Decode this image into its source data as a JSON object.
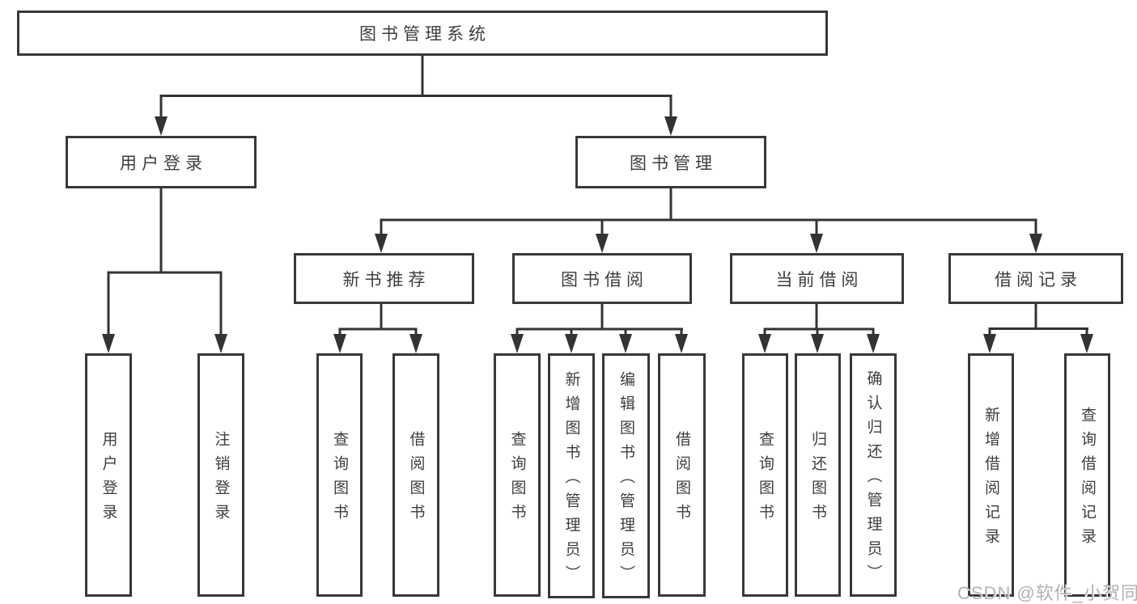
{
  "tree": {
    "label": "图书管理系统",
    "children": [
      {
        "label": "用户登录",
        "children": [
          {
            "label": "用户登录"
          },
          {
            "label": "注销登录"
          }
        ]
      },
      {
        "label": "图书管理",
        "children": [
          {
            "label": "新书推荐",
            "children": [
              {
                "label": "查询图书"
              },
              {
                "label": "借阅图书"
              }
            ]
          },
          {
            "label": "图书借阅",
            "children": [
              {
                "label": "查询图书"
              },
              {
                "label": "新增图书（管理员）"
              },
              {
                "label": "编辑图书（管理员）"
              },
              {
                "label": "借阅图书"
              }
            ]
          },
          {
            "label": "当前借阅",
            "children": [
              {
                "label": "查询图书"
              },
              {
                "label": "归还图书"
              },
              {
                "label": "确认归还（管理员）"
              }
            ]
          },
          {
            "label": "借阅记录",
            "children": [
              {
                "label": "新增借阅记录"
              },
              {
                "label": "查询借阅记录"
              }
            ]
          }
        ]
      }
    ]
  },
  "watermark": "CSDN @软件_小贺同学",
  "colors": {
    "line": "#333333",
    "border": "#383838",
    "text": "#3e3e3e",
    "watermark": "#b2b2b2",
    "background": "#ffffff"
  }
}
